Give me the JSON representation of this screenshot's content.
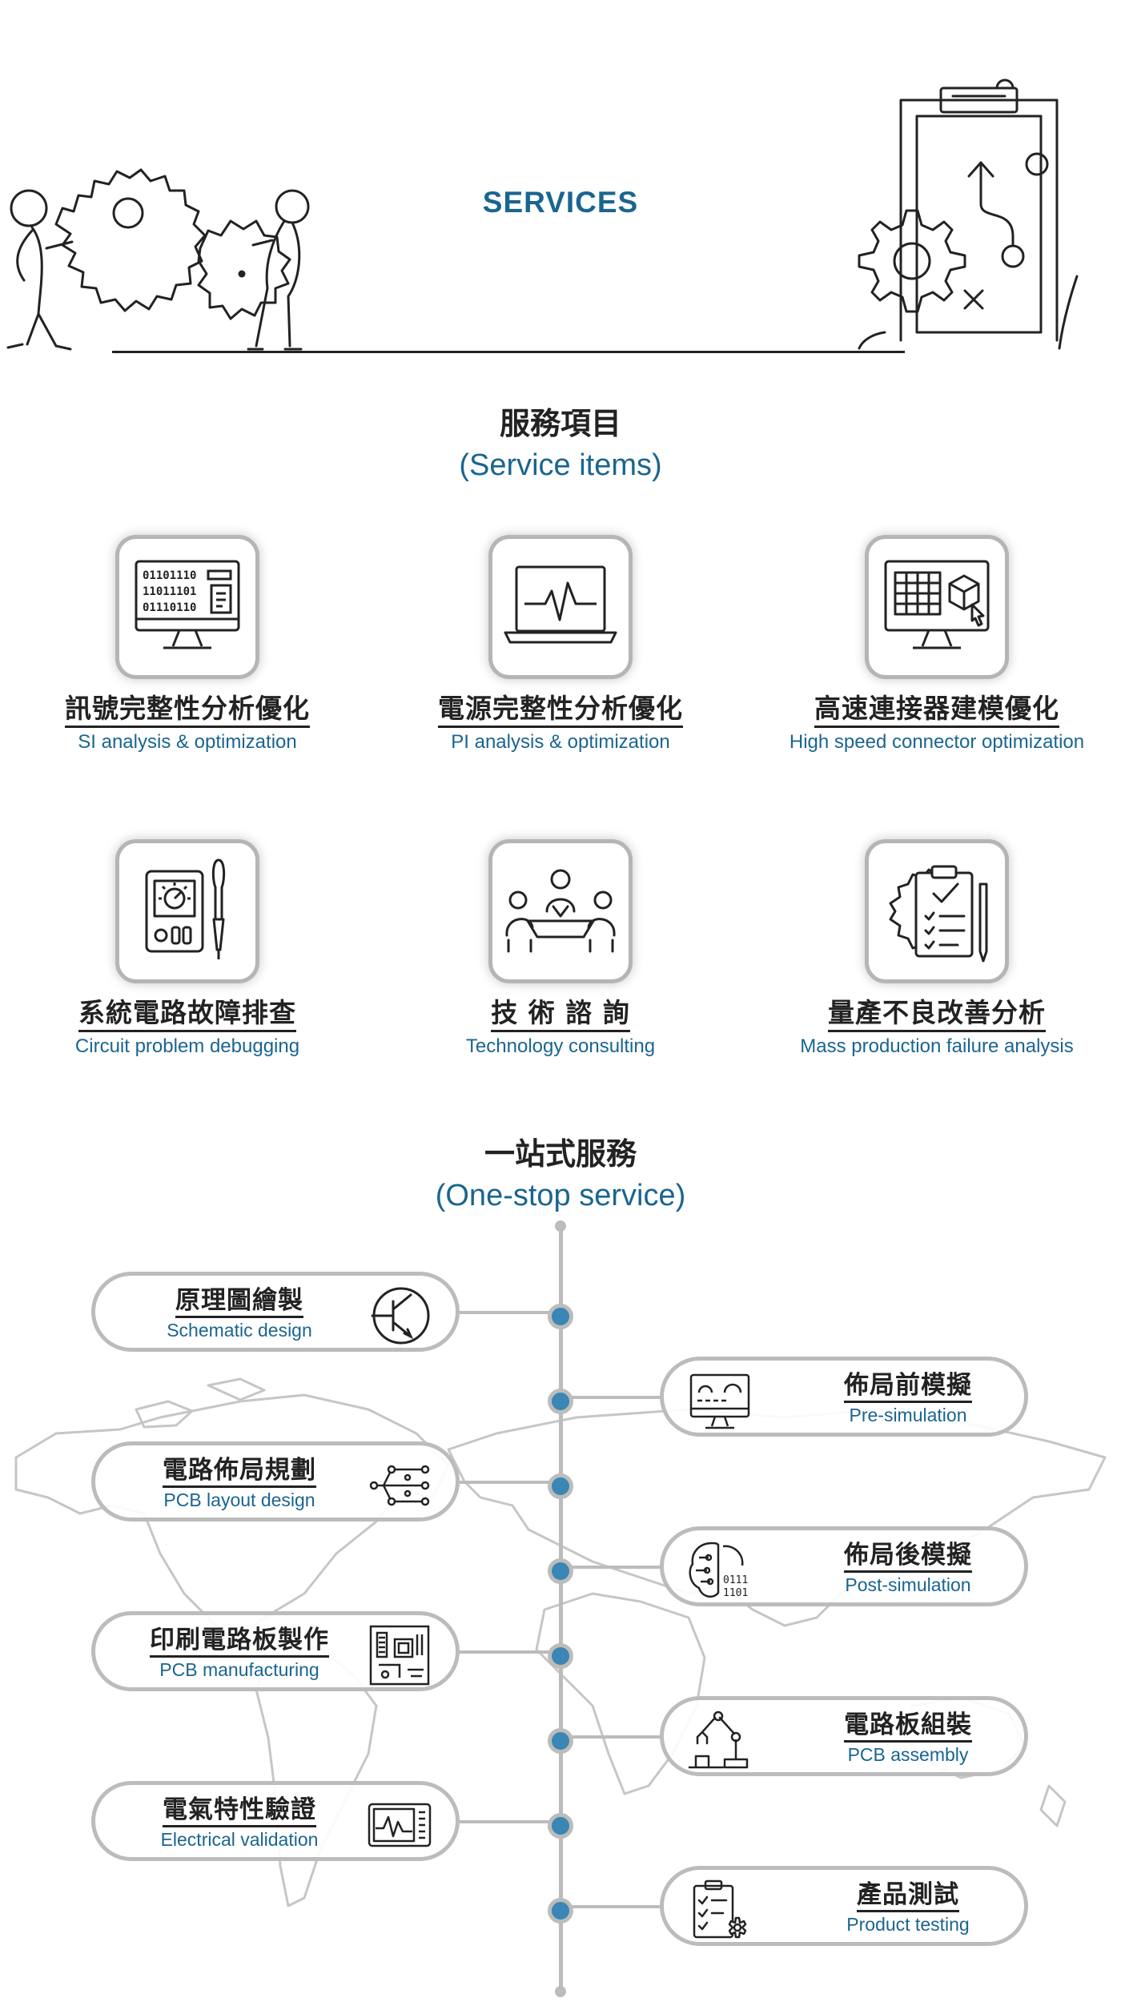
{
  "hero": {
    "title": "SERVICES",
    "left_illustration_icon": "people-pushing-gears-icon",
    "right_illustration_icon": "clipboard-strategy-gear-icon"
  },
  "service_items": {
    "title_zh": "服務項目",
    "title_en": "(Service items)",
    "items": [
      {
        "zh": "訊號完整性分析優化",
        "en": "SI analysis & optimization",
        "icon": "binary-monitor-icon",
        "binary": [
          "01101110",
          "11011101",
          "01110110"
        ]
      },
      {
        "zh": "電源完整性分析優化",
        "en": "PI analysis & optimization",
        "icon": "laptop-waveform-icon"
      },
      {
        "zh": "高速連接器建模優化",
        "en": "High speed connector optimization",
        "icon": "monitor-grid-cube-icon"
      },
      {
        "zh": "系統電路故障排查",
        "en": "Circuit problem debugging",
        "icon": "multimeter-probe-icon"
      },
      {
        "zh": "技 術 諮 詢",
        "en": "Technology consulting",
        "icon": "meeting-people-icon"
      },
      {
        "zh": "量產不良改善分析",
        "en": "Mass production failure analysis",
        "icon": "checklist-gear-icon"
      }
    ]
  },
  "one_stop": {
    "title_zh": "一站式服務",
    "title_en": "(One-stop service)",
    "background_icon": "world-map-icon",
    "steps": [
      {
        "zh": "原理圖繪製",
        "en": "Schematic design",
        "icon": "transistor-symbol-icon",
        "side": "left"
      },
      {
        "zh": "佈局前模擬",
        "en": "Pre-simulation",
        "icon": "monitor-gears-icon",
        "side": "right"
      },
      {
        "zh": "電路佈局規劃",
        "en": "PCB layout design",
        "icon": "circuit-traces-icon",
        "side": "left"
      },
      {
        "zh": "佈局後模擬",
        "en": "Post-simulation",
        "icon": "brain-binary-icon",
        "side": "right",
        "binary": [
          "0111",
          "1101"
        ]
      },
      {
        "zh": "印刷電路板製作",
        "en": "PCB  manufacturing",
        "icon": "pcb-board-icon",
        "side": "left"
      },
      {
        "zh": "電路板組裝",
        "en": "PCB  assembly",
        "icon": "robot-arm-icon",
        "side": "right"
      },
      {
        "zh": "電氣特性驗證",
        "en": "Electrical validation",
        "icon": "oscilloscope-icon",
        "side": "left"
      },
      {
        "zh": "產品測試",
        "en": "Product testing",
        "icon": "clipboard-check-gear-icon",
        "side": "right"
      }
    ]
  },
  "colors": {
    "accent": "#1a6590",
    "node": "#3a86b4",
    "border": "#bcbcbc"
  }
}
